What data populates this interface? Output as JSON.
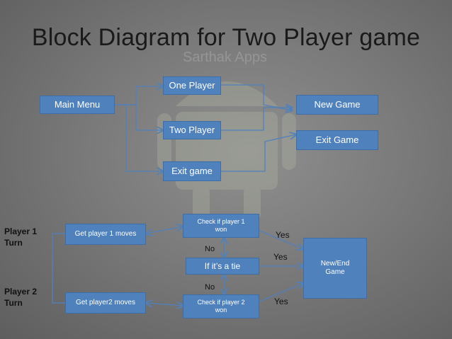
{
  "title": "Block Diagram for Two Player game",
  "watermark": "Sarthak Apps",
  "top": {
    "main_menu": "Main Menu",
    "one_player": "One Player",
    "two_player": "Two Player",
    "exit_game_mid": "Exit game",
    "new_game": "New Game",
    "exit_game_right": "Exit Game"
  },
  "bottom": {
    "player1_turn": "Player 1\nTurn",
    "player2_turn": "Player 2\nTurn",
    "get_p1": "Get player 1 moves",
    "get_p2": "Get player2 moves",
    "check_p1": "Check if player 1\nwon",
    "check_p2": "Check if player 2\nwon",
    "tie": "If it’s a tie",
    "new_end": "New/End\nGame",
    "no_top": "No",
    "no_bottom": "No",
    "yes_1": "Yes",
    "yes_tie": "Yes",
    "yes_2": "Yes"
  },
  "colors": {
    "box": "#4f81bd",
    "line": "#4f81bd"
  }
}
